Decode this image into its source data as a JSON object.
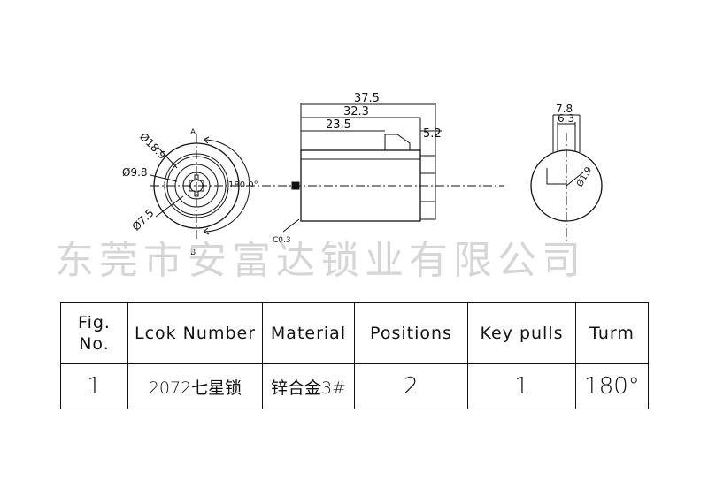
{
  "drawing": {
    "front_view": {
      "label_top": "A",
      "label_bottom": "B",
      "dim_outer": "Ø18.9",
      "dim_inner": "Ø9.8",
      "dim_middle": "Ø7.5",
      "dim_angle": "180.0°"
    },
    "side_view": {
      "dim_overall": "37.5",
      "dim_body": "32.3",
      "dim_front": "23.5",
      "dim_step": "5.2",
      "dim_chamfer": "C0.3"
    },
    "rear_view": {
      "dim_a": "7.8",
      "dim_b": "6.3",
      "dim_c": "Ø1.9"
    }
  },
  "watermark": "东莞市安富达锁业有限公司",
  "table": {
    "headers": [
      "Fig.\nNo.",
      "Lcok Number",
      "Material",
      "Positions",
      "Key pulls",
      "Turm"
    ],
    "row": [
      "1",
      "2072七星锁",
      "锌合金3#",
      "2",
      "1",
      "180°"
    ]
  }
}
